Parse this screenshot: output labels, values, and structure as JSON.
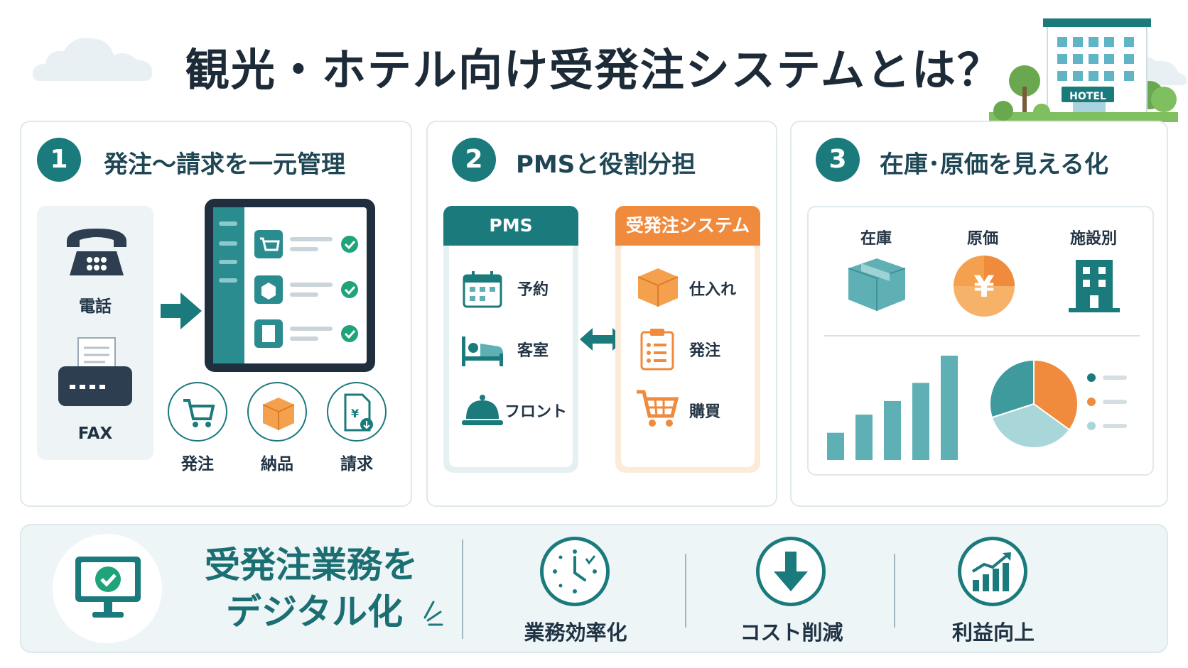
{
  "title": "観光・ホテル向け受発注システムとは？",
  "hotel_sign": "HOTEL",
  "panels": [
    {
      "number": "1",
      "title": "発注〜請求を一元管理",
      "legacy": [
        {
          "label": "電話",
          "icon": "phone-icon"
        },
        {
          "label": "FAX",
          "icon": "fax-icon"
        }
      ],
      "flow": [
        {
          "label": "発注",
          "icon": "cart-icon"
        },
        {
          "label": "納品",
          "icon": "box-icon"
        },
        {
          "label": "請求",
          "icon": "invoice-icon"
        }
      ]
    },
    {
      "number": "2",
      "title": "PMSと役割分担",
      "pms": {
        "header": "PMS",
        "items": [
          {
            "label": "予約",
            "icon": "calendar-icon"
          },
          {
            "label": "客室",
            "icon": "bed-icon"
          },
          {
            "label": "フロント",
            "icon": "bell-icon"
          }
        ]
      },
      "system": {
        "header": "受発注システム",
        "items": [
          {
            "label": "仕入れ",
            "icon": "box-icon"
          },
          {
            "label": "発注",
            "icon": "clipboard-icon"
          },
          {
            "label": "購買",
            "icon": "cart-icon"
          }
        ]
      }
    },
    {
      "number": "3",
      "title": "在庫･原価を見える化",
      "metrics": [
        {
          "label": "在庫",
          "icon": "box-icon"
        },
        {
          "label": "原価",
          "icon": "yen-coin-icon"
        },
        {
          "label": "施設別",
          "icon": "building-icon"
        }
      ]
    }
  ],
  "chart_data": [
    {
      "type": "bar",
      "values": [
        3,
        5,
        6.5,
        8.5,
        11.5
      ]
    },
    {
      "type": "pie",
      "values": [
        35,
        35,
        30
      ]
    }
  ],
  "bottom": {
    "headline_line1": "受発注業務を",
    "headline_line2": "デジタル化",
    "benefits": [
      {
        "label": "業務効率化",
        "icon": "clock-icon"
      },
      {
        "label": "コスト削減",
        "icon": "arrow-down-icon"
      },
      {
        "label": "利益向上",
        "icon": "growth-chart-icon"
      }
    ]
  },
  "colors": {
    "teal": "#1b7a7c",
    "orange": "#f08a3c",
    "light_teal": "#5fb0b4"
  }
}
